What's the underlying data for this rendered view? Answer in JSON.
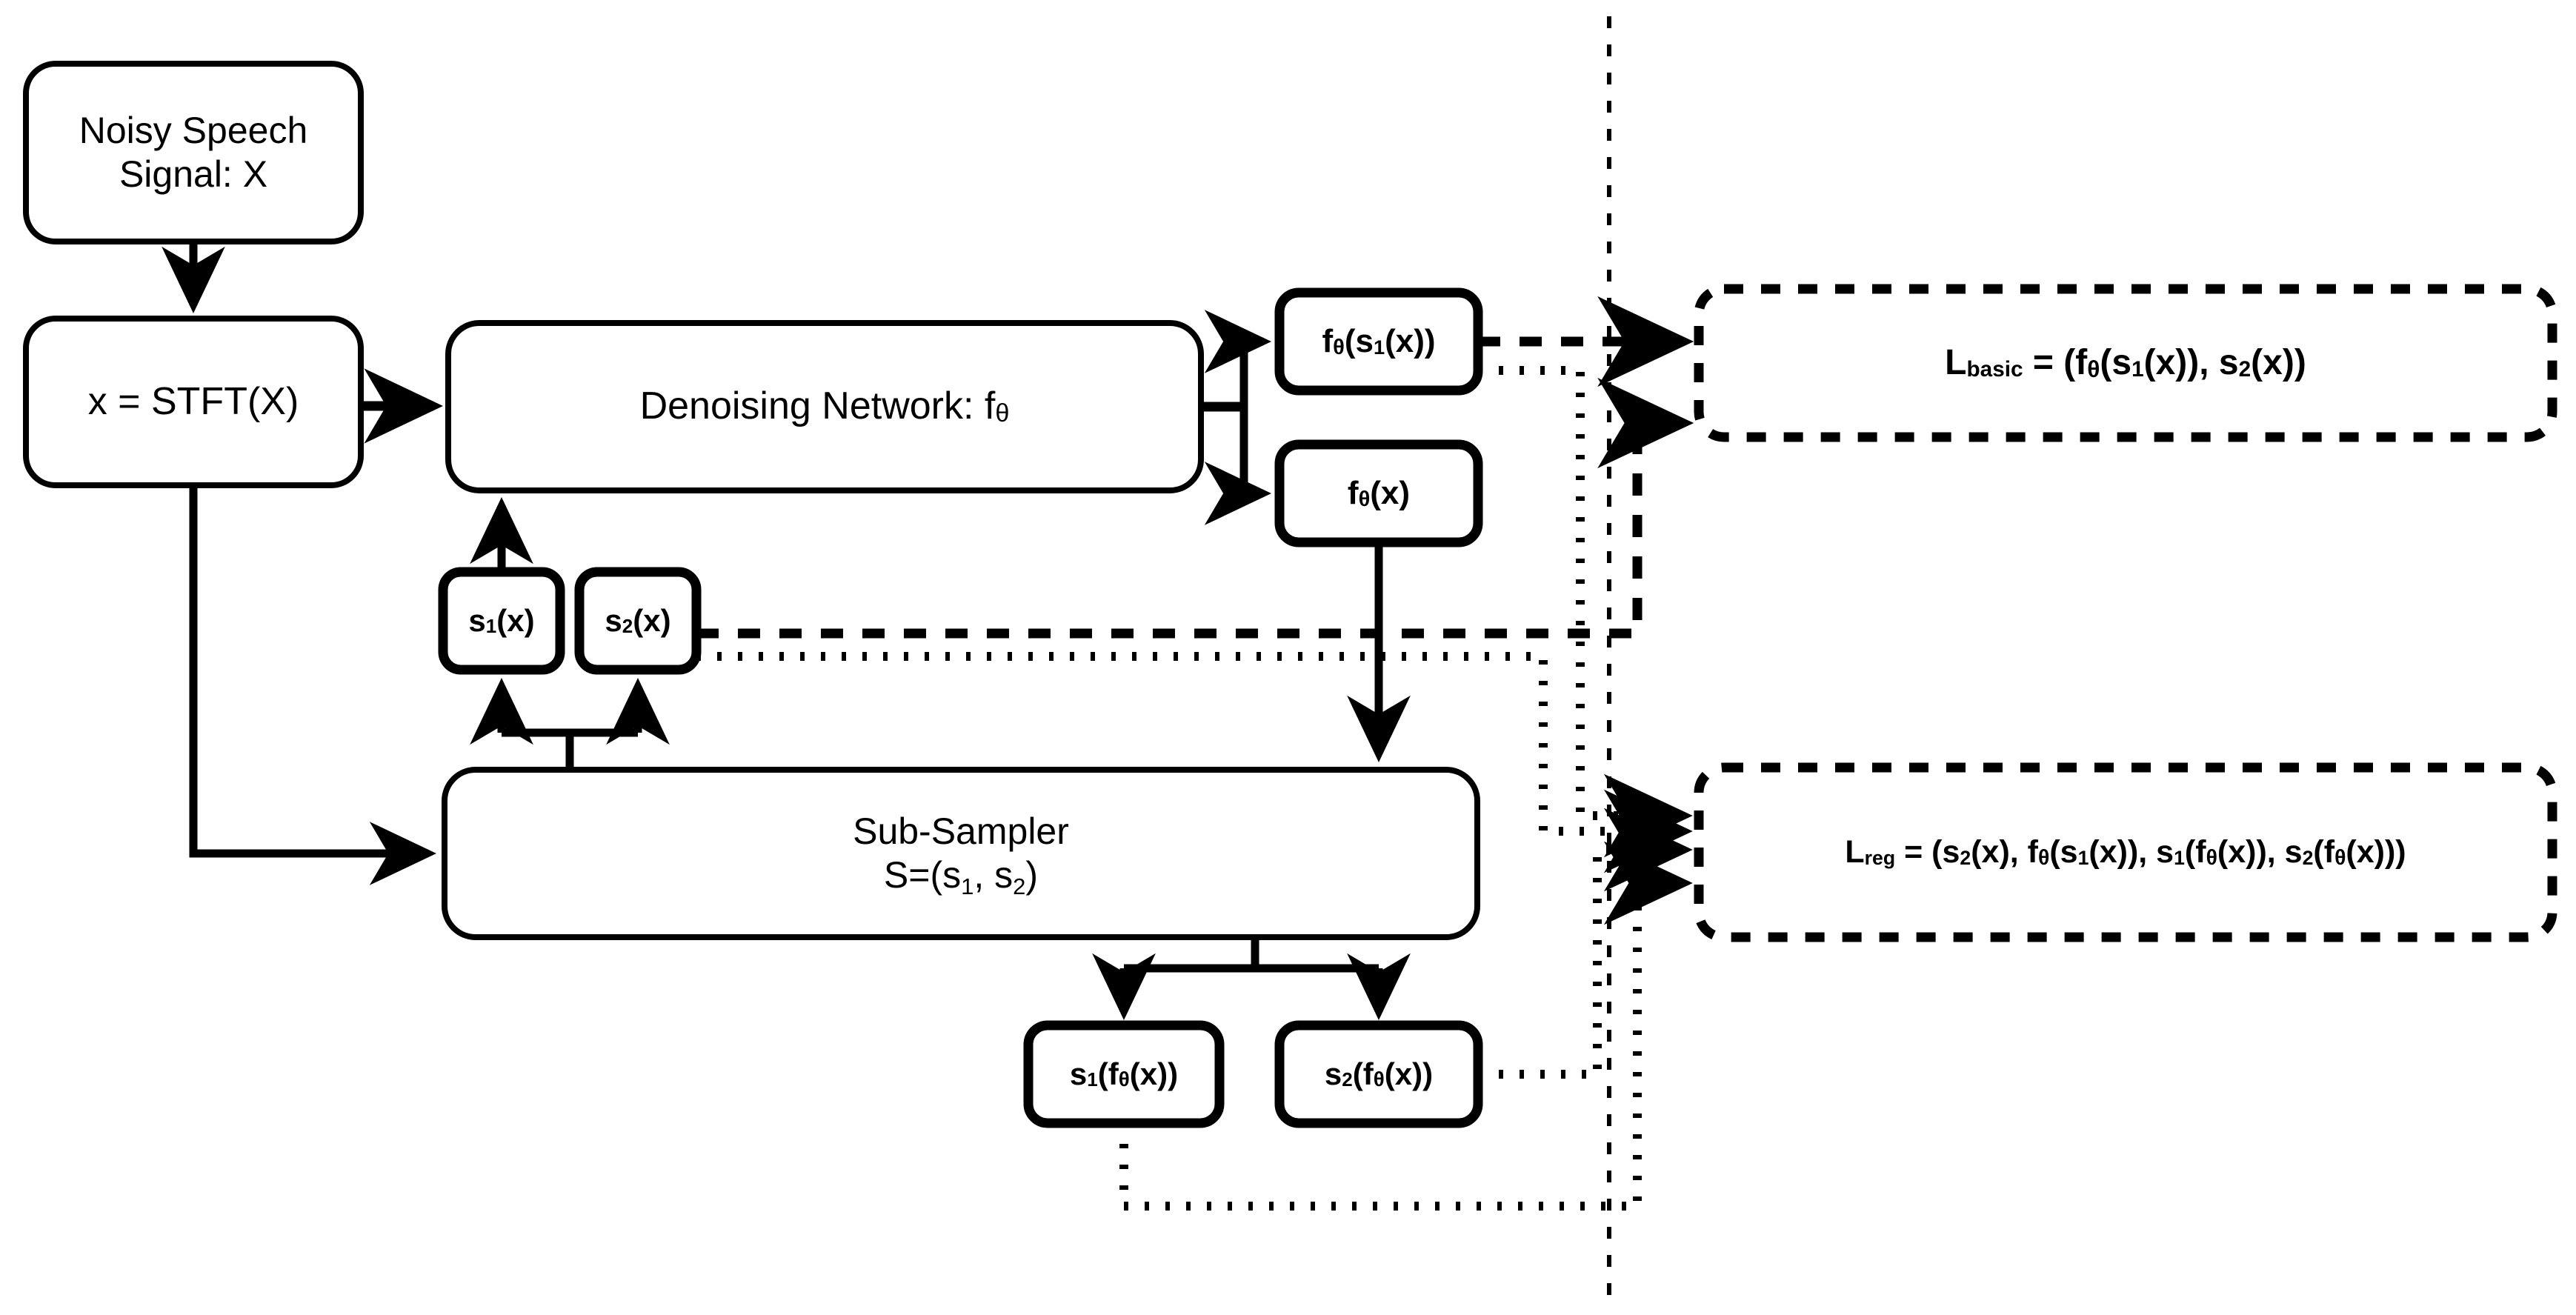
{
  "diagram": {
    "title": "Self-supervised speech denoising training pipeline",
    "colors": {
      "stroke": "#000000",
      "fill": "#ffffff",
      "background": "#ffffff"
    },
    "line_styles": {
      "solid": "solid data-flow arrow",
      "dashed": "L_basic loss connection",
      "dotted": "L_reg loss connection",
      "fine_dotted_vertical": "divider between network blocks and loss blocks"
    }
  },
  "nodes": {
    "noisy_speech": {
      "line1": "Noisy Speech",
      "line2": "Signal: X",
      "shape": "rounded-rect",
      "style": "solid"
    },
    "stft": {
      "text": "x = STFT(X)",
      "shape": "rounded-rect",
      "style": "solid"
    },
    "denoiser": {
      "prefix": "Denoising Network: f",
      "subscript": "θ",
      "shape": "rounded-rect",
      "style": "solid"
    },
    "f_s1x": {
      "parts": [
        "f",
        "θ",
        "(s",
        "1",
        "(x))"
      ],
      "shape": "rounded-rect",
      "style": "solid-bold"
    },
    "f_x": {
      "parts": [
        "f",
        "θ",
        "(x)"
      ],
      "shape": "rounded-rect",
      "style": "solid-bold"
    },
    "s1x": {
      "parts": [
        "s",
        "1",
        "(x)"
      ],
      "shape": "rounded-rect",
      "style": "solid-bold"
    },
    "s2x": {
      "parts": [
        "s",
        "2",
        "(x)"
      ],
      "shape": "rounded-rect",
      "style": "solid-bold"
    },
    "subsampler": {
      "line1": "Sub-Sampler",
      "line2_prefix": "S=(s",
      "line2_sub1": "1",
      "line2_mid": ", s",
      "line2_sub2": "2",
      "line2_suffix": ")",
      "shape": "rounded-rect",
      "style": "solid"
    },
    "s1_fx": {
      "parts": [
        "s",
        "1",
        "(f",
        "θ",
        "(x))"
      ],
      "shape": "rounded-rect",
      "style": "solid-bold"
    },
    "s2_fx": {
      "parts": [
        "s",
        "2",
        "(f",
        "θ",
        "(x))"
      ],
      "shape": "rounded-rect",
      "style": "solid-bold"
    },
    "l_basic": {
      "lead": "L",
      "sub": "basic",
      "body_1": " = (f",
      "body_theta": "θ",
      "body_2": "(s",
      "body_sub1": "1",
      "body_3": "(x)), s",
      "body_sub2": "2",
      "body_4": "(x))",
      "shape": "rounded-rect",
      "style": "dashed-bold"
    },
    "l_reg": {
      "lead": "L",
      "sub": "reg",
      "body_1": " = (s",
      "body_sub_a": "2",
      "body_2": "(x), f",
      "body_theta_a": "θ",
      "body_3": "(s",
      "body_sub_b": "1",
      "body_4": "(x)), s",
      "body_sub_c": "1",
      "body_5": "(f",
      "body_theta_b": "θ",
      "body_6": "(x)), s",
      "body_sub_d": "2",
      "body_7": "(f",
      "body_theta_c": "θ",
      "body_8": "(x)))",
      "shape": "rounded-rect",
      "style": "dashed-bold"
    }
  },
  "edges": [
    {
      "name": "noisy-to-stft",
      "from": "noisy_speech",
      "to": "stft",
      "style": "solid",
      "arrow": true
    },
    {
      "name": "stft-to-denoiser",
      "from": "stft",
      "to": "denoiser",
      "style": "solid",
      "arrow": true
    },
    {
      "name": "stft-to-subsampler",
      "from": "stft",
      "to": "subsampler",
      "style": "solid",
      "arrow": true
    },
    {
      "name": "denoiser-to-f-s1x",
      "from": "denoiser",
      "to": "f_s1x",
      "style": "solid",
      "arrow": true
    },
    {
      "name": "denoiser-to-f-x",
      "from": "denoiser",
      "to": "f_x",
      "style": "solid",
      "arrow": true
    },
    {
      "name": "s1x-to-denoiser",
      "from": "s1x",
      "to": "denoiser",
      "style": "solid",
      "arrow": true
    },
    {
      "name": "subsampler-to-s1x",
      "from": "subsampler",
      "to": "s1x",
      "style": "solid",
      "arrow": true
    },
    {
      "name": "subsampler-to-s2x",
      "from": "subsampler",
      "to": "s2x",
      "style": "solid",
      "arrow": true
    },
    {
      "name": "f-x-to-subsampler",
      "from": "f_x",
      "to": "subsampler",
      "style": "solid",
      "arrow": true
    },
    {
      "name": "subsampler-to-s1-fx",
      "from": "subsampler",
      "to": "s1_fx",
      "style": "solid",
      "arrow": true
    },
    {
      "name": "subsampler-to-s2-fx",
      "from": "subsampler",
      "to": "s2_fx",
      "style": "solid",
      "arrow": true
    },
    {
      "name": "f-s1x-to-l-basic",
      "from": "f_s1x",
      "to": "l_basic",
      "style": "dashed",
      "arrow": true
    },
    {
      "name": "s2x-to-l-basic",
      "from": "s2x",
      "to": "l_basic",
      "style": "dashed",
      "arrow": true
    },
    {
      "name": "f-s1x-to-l-reg",
      "from": "f_s1x",
      "to": "l_reg",
      "style": "dotted",
      "arrow": true
    },
    {
      "name": "s2x-to-l-reg",
      "from": "s2x",
      "to": "l_reg",
      "style": "dotted",
      "arrow": true
    },
    {
      "name": "s1-fx-to-l-reg",
      "from": "s1_fx",
      "to": "l_reg",
      "style": "dotted",
      "arrow": true
    },
    {
      "name": "s2-fx-to-l-reg",
      "from": "s2_fx",
      "to": "l_reg",
      "style": "dotted",
      "arrow": true
    }
  ]
}
